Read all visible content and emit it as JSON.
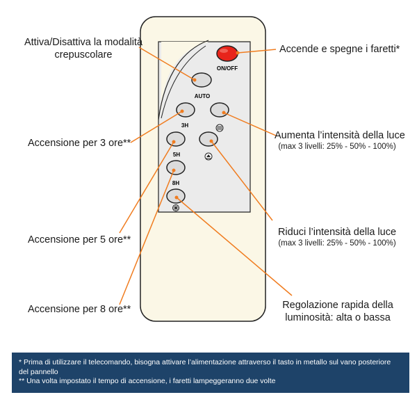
{
  "remote": {
    "buttons": [
      {
        "id": "onoff",
        "label": "ON/OFF",
        "color": "#e8241a"
      },
      {
        "id": "auto",
        "label": "AUTO",
        "color": "#dcdcdc"
      },
      {
        "id": "3h",
        "label": "3H",
        "color": "#dcdcdc"
      },
      {
        "id": "5h",
        "label": "5H",
        "color": "#dcdcdc"
      },
      {
        "id": "8h",
        "label": "8H",
        "color": "#dcdcdc"
      },
      {
        "id": "up",
        "icon": "brightness-up-icon",
        "color": "#dcdcdc"
      },
      {
        "id": "down",
        "icon": "brightness-down-icon",
        "color": "#dcdcdc"
      },
      {
        "id": "bright",
        "icon": "brightness-toggle-icon",
        "color": "#dcdcdc"
      }
    ],
    "body_color": "#fbf7e6",
    "panel_color": "#ebebeb"
  },
  "callouts": {
    "auto_line1": "Attiva/Disattiva la modalità",
    "auto_line2": "crepuscolare",
    "onoff": "Accende e spegne i faretti*",
    "h3": "Accensione per 3 ore**",
    "h5": "Accensione per 5 ore**",
    "h8": "Accensione per 8 ore**",
    "up_main": "Aumenta l’intensità della luce",
    "up_sub": "(max 3 livelli: 25% - 50% - 100%)",
    "down_main": "Riduci l’intensità della luce",
    "down_sub": "(max 3 livelli: 25% - 50% - 100%)",
    "bright_line1": "Regolazione rapida della",
    "bright_line2": "luminosità: alta o bassa"
  },
  "footer": {
    "note1": "* Prima di utilizzare il telecomando, bisogna attivare l’alimentazione attraverso il tasto in metallo sul vano posteriore del pannello",
    "note2": "** Una volta impostato il tempo di accensione, i faretti lampeggeranno due volte"
  },
  "colors": {
    "leader": "#f07c1f",
    "footer_bg": "#1e4369"
  }
}
